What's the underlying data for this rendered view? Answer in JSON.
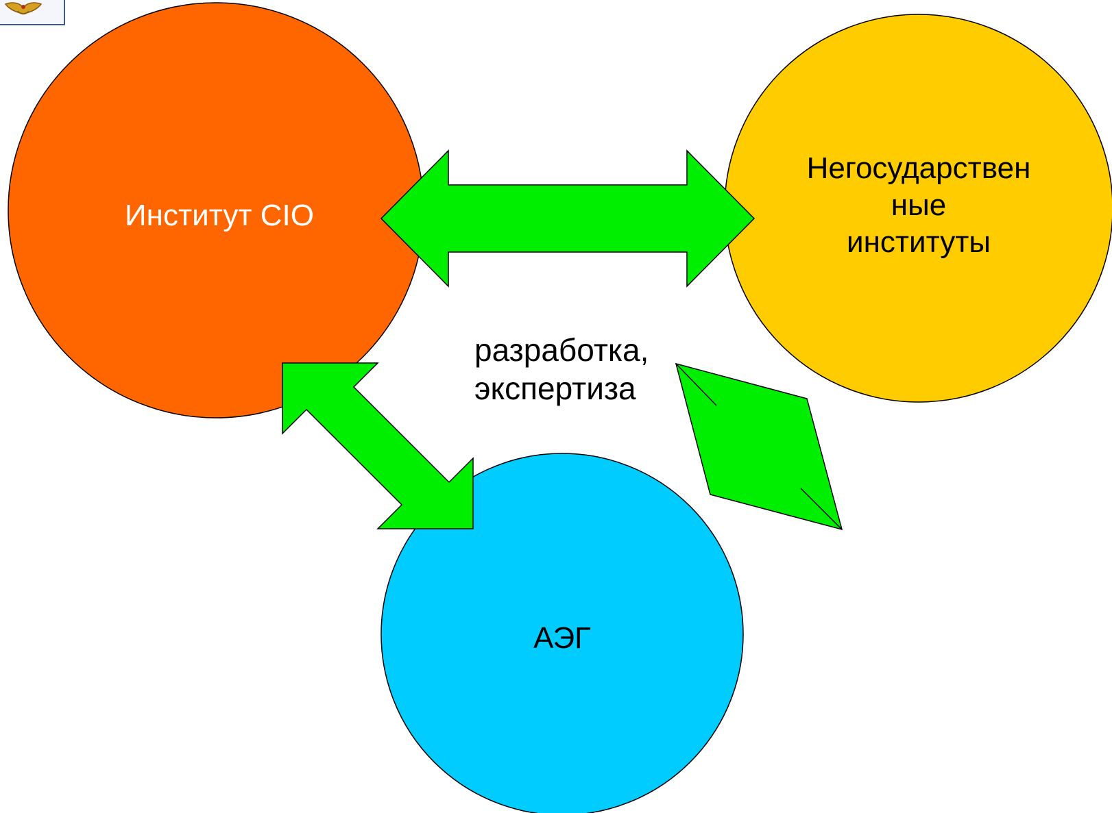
{
  "diagram": {
    "nodes": {
      "left": {
        "label": "Институт СІО",
        "color": "#FF6600"
      },
      "right": {
        "label": "Негосударствен\nные\nинституты",
        "color": "#FFCC00"
      },
      "bottom": {
        "label": "АЭГ",
        "color": "#00CCFF"
      }
    },
    "middle_label": "разработка,\nэкспертиза",
    "arrow_color": "#00EE00",
    "logo_icon": "emblem-icon"
  }
}
